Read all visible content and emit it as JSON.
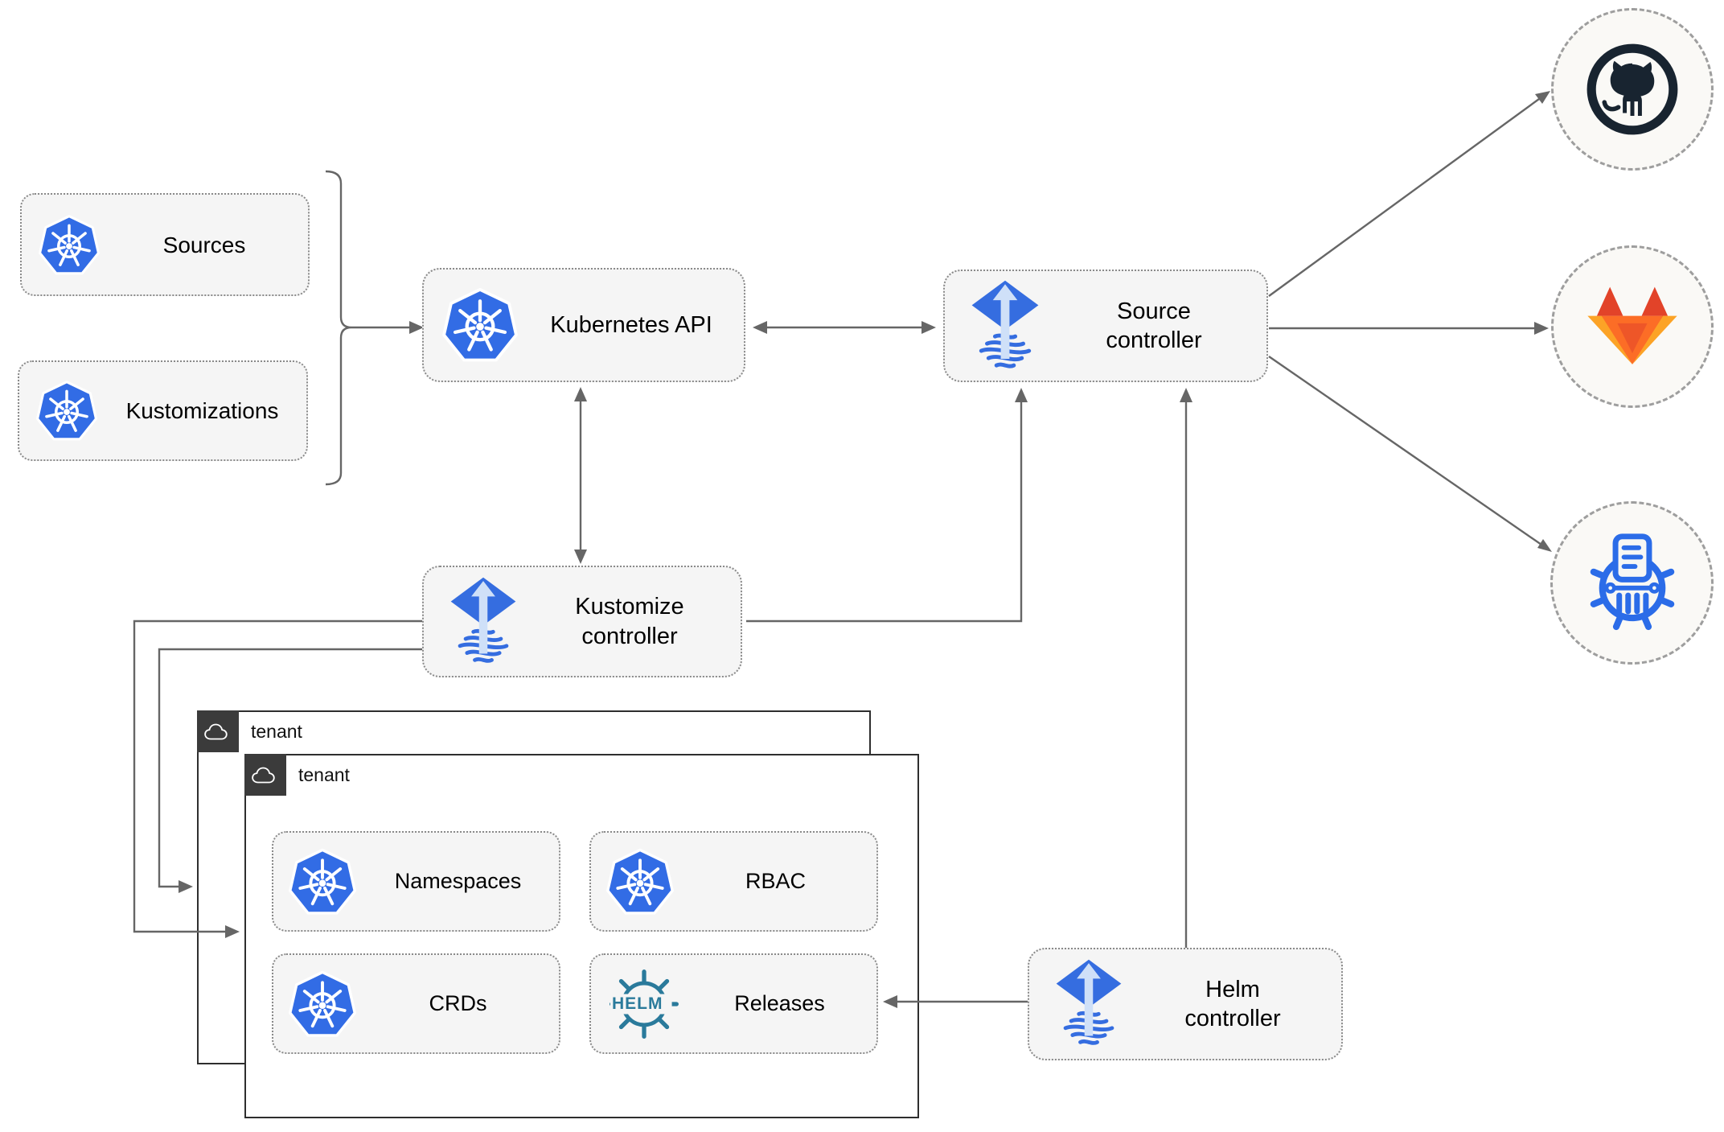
{
  "nodes": {
    "sources": {
      "label": "Sources"
    },
    "kustomizations": {
      "label": "Kustomizations"
    },
    "kubernetes_api": {
      "label": "Kubernetes API"
    },
    "source_controller": {
      "label": "Source controller"
    },
    "kustomize_controller": {
      "label": "Kustomize controller"
    },
    "helm_controller": {
      "label": "Helm controller"
    },
    "namespaces": {
      "label": "Namespaces"
    },
    "rbac": {
      "label": "RBAC"
    },
    "crds": {
      "label": "CRDs"
    },
    "releases": {
      "label": "Releases"
    }
  },
  "tenants": {
    "back": {
      "label": "tenant"
    },
    "front": {
      "label": "tenant"
    }
  },
  "helm_logo_text": "HELM",
  "remotes": {
    "github": {
      "icon": "github-octocat"
    },
    "gitlab": {
      "icon": "gitlab-tanuki"
    },
    "chart_repository": {
      "icon": "chartmuseum-wheel"
    }
  },
  "colors": {
    "kubernetes_blue": "#326ce5",
    "flux_blue": "#356de0",
    "flux_arrow_light": "#cfe0f8",
    "helm_teal": "#2a7a9b",
    "github_dark": "#182430",
    "gitlab_red": "#e24329",
    "gitlab_orange": "#fc6d26",
    "gitlab_light_orange": "#fca326",
    "chartmuseum_blue": "#2b6ce8",
    "connector_gray": "#666666",
    "node_fill": "#f5f5f5",
    "tenant_header_dark": "#3b3b3b"
  }
}
